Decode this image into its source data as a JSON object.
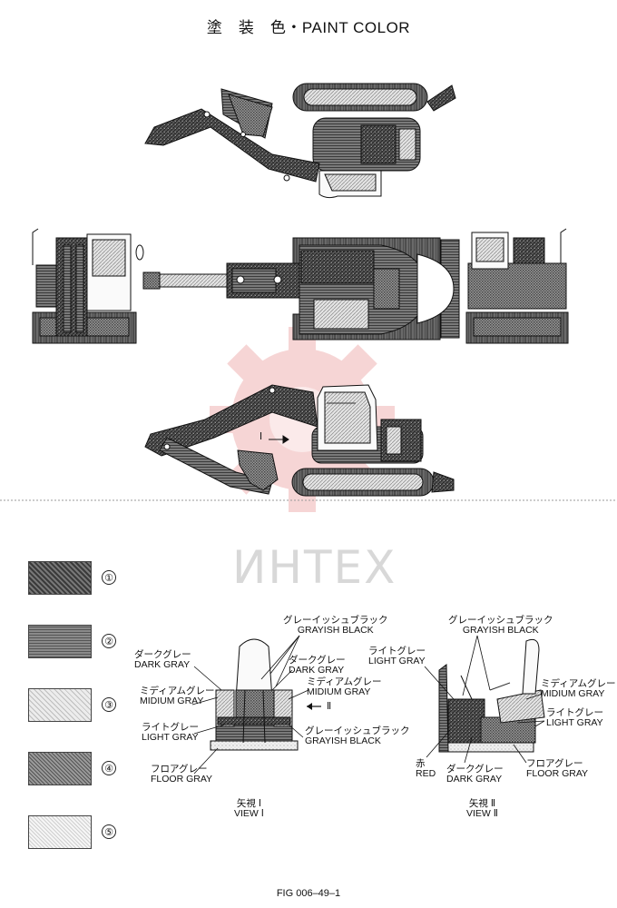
{
  "header": {
    "title": "塗　装　色・PAINT COLOR"
  },
  "watermark": {
    "text": "ИНТЕХ"
  },
  "legend": [
    {
      "num": "①",
      "pattern": "dark"
    },
    {
      "num": "②",
      "pattern": "grayish-black"
    },
    {
      "num": "③",
      "pattern": "medium"
    },
    {
      "num": "④",
      "pattern": "light"
    },
    {
      "num": "⑤",
      "pattern": "floor"
    }
  ],
  "view1": {
    "grayish_black_jp": "グレーイッシュブラック",
    "grayish_black_en": "GRAYISH BLACK",
    "dark_gray_left_jp": "ダークグレー",
    "dark_gray_left_en": "DARK GRAY",
    "dark_gray_right_jp": "ダークグレー",
    "dark_gray_right_en": "DARK GRAY",
    "medium_gray_left_jp": "ミディアムグレー",
    "medium_gray_left_en": "MIDIUM GRAY",
    "medium_gray_right_jp": "ミディアムグレー",
    "medium_gray_right_en": "MIDIUM GRAY",
    "arrow_label": "Ⅱ",
    "light_gray_jp": "ライトグレー",
    "light_gray_en": "LIGHT GRAY",
    "grayish_black2_jp": "グレーイッシュブラック",
    "grayish_black2_en": "GRAYISH BLACK",
    "floor_gray_jp": "フロアグレー",
    "floor_gray_en": "FLOOR GRAY",
    "caption_jp": "矢視 Ⅰ",
    "caption_en": "VIEW Ⅰ"
  },
  "view2": {
    "grayish_black_jp": "グレーイッシュブラック",
    "grayish_black_en": "GRAYISH BLACK",
    "light_gray_left_jp": "ライトグレー",
    "light_gray_left_en": "LIGHT GRAY",
    "medium_gray_jp": "ミディアムグレー",
    "medium_gray_en": "MIDIUM GRAY",
    "light_gray_right_jp": "ライトグレー",
    "light_gray_right_en": "LIGHT GRAY",
    "red_jp": "赤",
    "red_en": "RED",
    "dark_gray_jp": "ダークグレー",
    "dark_gray_en": "DARK GRAY",
    "floor_gray_jp": "フロアグレー",
    "floor_gray_en": "FLOOR GRAY",
    "caption_jp": "矢視 Ⅱ",
    "caption_en": "VIEW Ⅱ"
  },
  "side_view": {
    "arrow_label": "Ⅰ"
  },
  "footer": {
    "fig": "FIG 006–49–1"
  }
}
